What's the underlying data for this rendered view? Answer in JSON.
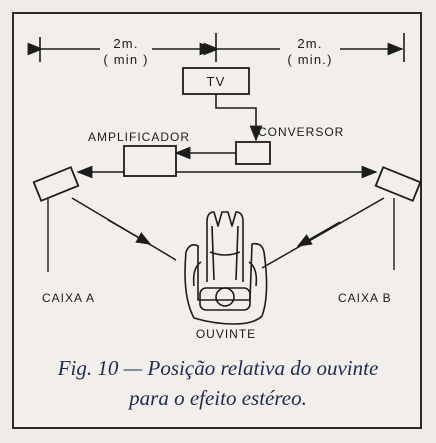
{
  "diagram": {
    "dim_left": {
      "value": "2m.",
      "note": "( min )"
    },
    "dim_right": {
      "value": "2m.",
      "note": "( min.)"
    },
    "tv": "TV",
    "conversor": "CONVERSOR",
    "amplificador": "AMPLIFICADOR",
    "caixa_a": "CAIXA  A",
    "caixa_b": "CAIXA  B",
    "ouvinte": "OUVINTE"
  },
  "caption": {
    "line1": "Fig. 10 — Posição relativa do ouvinte",
    "line2": "para o efeito estéreo."
  },
  "colors": {
    "ink": "#1c1c1c",
    "caption": "#1e2a55",
    "paper": "#f2efea"
  }
}
